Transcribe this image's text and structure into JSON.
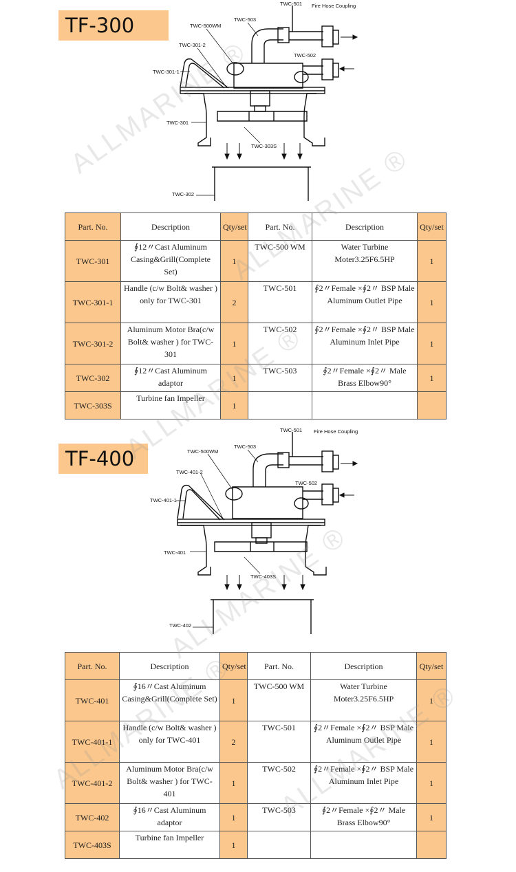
{
  "watermark": "ALLMARINE ®",
  "accent_color": "#fbc78c",
  "sections": [
    {
      "model": "TF-300",
      "labels": {
        "twc501": "TWC-501",
        "coupling": "Fire Hose Coupling",
        "twc503": "TWC-503",
        "twc500wm": "TWC-500WM",
        "twc502": "TWC-502",
        "casing_2": "TWC-301-2",
        "casing_1": "TWC-301-1",
        "casing": "TWC-301",
        "impeller": "TWC-303S",
        "adaptor": "TWC-302"
      },
      "table": {
        "headers": [
          "Part. No.",
          "Description",
          "Qty/set",
          "Part. No.",
          "Description",
          "Qty/set"
        ],
        "rows": [
          [
            "TWC-301",
            "∮12〃Cast Aluminum Casing&Grill(Complete Set)",
            "1",
            "TWC-500 WM",
            "Water Turbine Moter3.25F6.5HP",
            "1"
          ],
          [
            "TWC-301-1",
            "Handle (c/w Bolt& washer ) only for TWC-301",
            "2",
            "TWC-501",
            "∮2〃Female ×∮2〃 BSP Male Aluminum Outlet Pipe",
            "1"
          ],
          [
            "TWC-301-2",
            "Aluminum Motor Bra(c/w Bolt& washer ) for TWC-301",
            "1",
            "TWC-502",
            "∮2〃Female ×∮2〃 BSP Male Aluminum Inlet Pipe",
            "1"
          ],
          [
            "TWC-302",
            "∮12〃Cast Aluminum adaptor",
            "1",
            "TWC-503",
            "∮2〃Female ×∮2〃 Male Brass Elbow90°",
            "1"
          ],
          [
            "TWC-303S",
            "Turbine fan Impeller",
            "1",
            "",
            "",
            ""
          ]
        ]
      }
    },
    {
      "model": "TF-400",
      "labels": {
        "twc501": "TWC-501",
        "coupling": "Fire Hose Coupling",
        "twc503": "TWC-503",
        "twc500wm": "TWC-500WM",
        "twc502": "TWC-502",
        "casing_2": "TWC-401-2",
        "casing_1": "TWC-401-1",
        "casing": "TWC-401",
        "impeller": "TWC-403S",
        "adaptor": "TWC-402"
      },
      "table": {
        "headers": [
          "Part. No.",
          "Description",
          "Qty/set",
          "Part. No.",
          "Description",
          "Qty/set"
        ],
        "rows": [
          [
            "TWC-401",
            "∮16〃Cast Aluminum Casing&Grill(Complete Set)",
            "1",
            "TWC-500 WM",
            "Water Turbine Moter3.25F6.5HP",
            "1"
          ],
          [
            "TWC-401-1",
            "Handle (c/w Bolt& washer ) only for TWC-401",
            "2",
            "TWC-501",
            "∮2〃Female ×∮2〃 BSP Male Aluminum Outlet Pipe",
            "1"
          ],
          [
            "TWC-401-2",
            "Aluminum Motor Bra(c/w Bolt& washer ) for TWC-401",
            "1",
            "TWC-502",
            "∮2〃Female ×∮2〃 BSP Male Aluminum Inlet Pipe",
            "1"
          ],
          [
            "TWC-402",
            "∮16〃Cast Aluminum adaptor",
            "1",
            "TWC-503",
            "∮2〃Female ×∮2〃 Male Brass Elbow90°",
            "1"
          ],
          [
            "TWC-403S",
            "Turbine fan Impeller",
            "1",
            "",
            "",
            ""
          ]
        ]
      }
    }
  ]
}
